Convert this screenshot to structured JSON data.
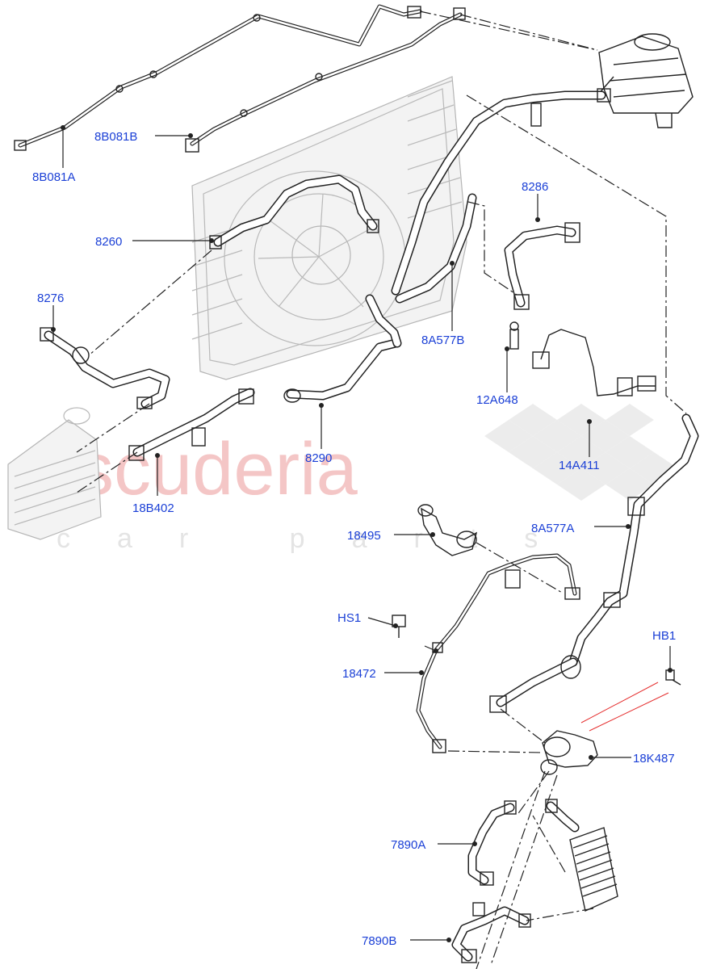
{
  "watermark": {
    "brand": "scuderia",
    "tagline": "car parts",
    "brand_color": "#f4c6c6",
    "tagline_color": "#e4e4e4"
  },
  "callout_color": "#1a3fd6",
  "callouts": {
    "c_8B081A": "8B081A",
    "c_8B081B": "8B081B",
    "c_8260": "8260",
    "c_8276": "8276",
    "c_8286": "8286",
    "c_8A577B": "8A577B",
    "c_12A648": "12A648",
    "c_8290": "8290",
    "c_18B402": "18B402",
    "c_14A411": "14A411",
    "c_18495": "18495",
    "c_8A577A": "8A577A",
    "c_HS1": "HS1",
    "c_HB1": "HB1",
    "c_18472": "18472",
    "c_18K487": "18K487",
    "c_7890A": "7890A",
    "c_7890B": "7890B"
  }
}
